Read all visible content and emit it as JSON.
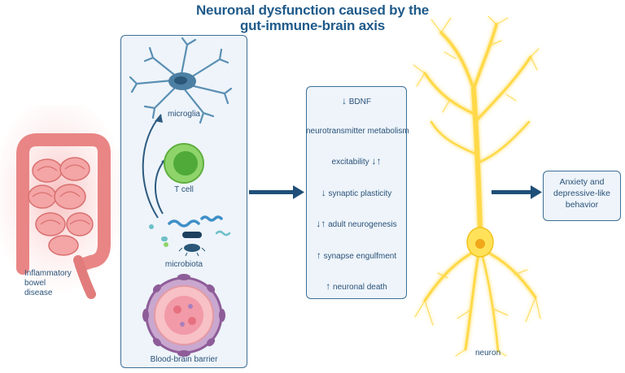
{
  "title_line1": "Neuronal dysfunction caused by the",
  "title_line2": "gut-immune-brain axis",
  "labels": {
    "microglia": "microglia",
    "tcell": "T cell",
    "microbiota": "microbiota",
    "bbb": "Blood-brain barrier",
    "ibd": "Inflammatory\nbowel\ndisease",
    "neuron": "neuron"
  },
  "effects": [
    {
      "prefix": "↓",
      "text": "BDNF",
      "suffix": ""
    },
    {
      "prefix": "",
      "text": "neurotransmitter metabolism",
      "suffix": ""
    },
    {
      "prefix": "",
      "text": "excitability",
      "suffix": "↓↑"
    },
    {
      "prefix": "↓",
      "text": "synaptic plasticity",
      "suffix": ""
    },
    {
      "prefix": "↓↑",
      "text": "adult neurogenesis",
      "suffix": ""
    },
    {
      "prefix": "↑",
      "text": "synapse engulfment",
      "suffix": ""
    },
    {
      "prefix": "↑",
      "text": "neuronal death",
      "suffix": ""
    }
  ],
  "outcome": "Anxiety and\ndepressive-like\nbehavior",
  "colors": {
    "panel_border": "#3d6f96",
    "panel_fill": "#eef4fa",
    "text": "#2a5279",
    "title": "#1f5a8a",
    "neuron": "#ffe25a",
    "gut": "#f29a9a"
  }
}
